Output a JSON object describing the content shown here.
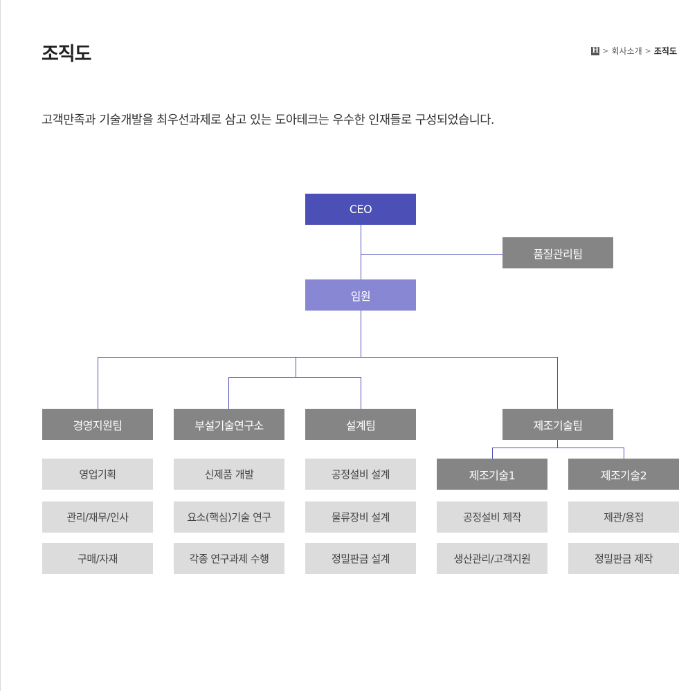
{
  "header": {
    "title": "조직도",
    "breadcrumb": {
      "home_icon": "home-icon",
      "separator": ">",
      "items": [
        "회사소개",
        "조직도"
      ]
    }
  },
  "intro": "고객만족과 기술개발을 최우선과제로 삼고 있는 도아테크는 우수한 인재들로 구성되었습니다.",
  "org": {
    "ceo": "CEO",
    "quality": "품질관리팀",
    "exec": "임원",
    "depts": [
      {
        "name": "경영지원팀",
        "tasks": [
          "영업기획",
          "관리/재무/인사",
          "구매/자재"
        ]
      },
      {
        "name": "부설기술연구소",
        "tasks": [
          "신제품 개발",
          "요소(핵심)기술 연구",
          "각종 연구과제 수행"
        ]
      },
      {
        "name": "설계팀",
        "tasks": [
          "공정설비 설계",
          "물류장비 설계",
          "정밀판금 설계"
        ]
      },
      {
        "name": "제조기술팀",
        "subteams": [
          {
            "name": "제조기술1",
            "tasks": [
              "공정설비 제작",
              "생산관리/고객지원"
            ]
          },
          {
            "name": "제조기술2",
            "tasks": [
              "제관/용접",
              "정밀판금 제작"
            ]
          }
        ]
      }
    ]
  },
  "colors": {
    "ceo": "#4c4fb5",
    "exec": "#8787d3",
    "dept": "#858585",
    "task": "#dcdcdc",
    "line": "#4c4fb5"
  }
}
